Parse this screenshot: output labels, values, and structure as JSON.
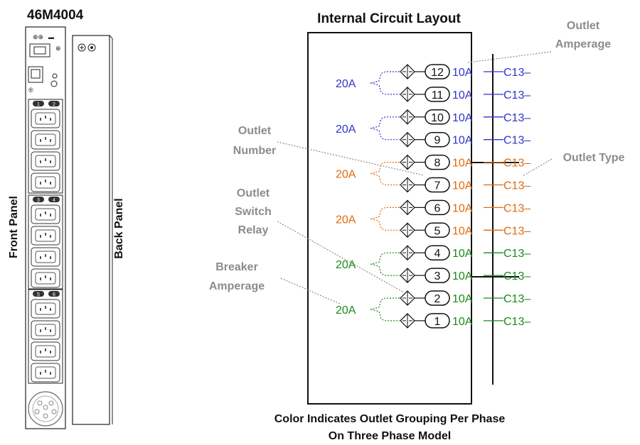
{
  "model": "46M4004",
  "front_panel_label": "Front Panel",
  "back_panel_label": "Back Panel",
  "diagram_title": "Internal Circuit Layout",
  "callouts": {
    "outlet_amperage": [
      "Outlet",
      "Amperage"
    ],
    "outlet_number": [
      "Outlet",
      "Number"
    ],
    "outlet_type": "Outlet Type",
    "outlet_switch_relay": [
      "Outlet",
      "Switch",
      "Relay"
    ],
    "breaker_amperage": [
      "Breaker",
      "Amperage"
    ]
  },
  "caption": [
    "Color Indicates Outlet Grouping Per Phase",
    "On Three Phase Model"
  ],
  "phase_colors": [
    "#3333cc",
    "#e06a0c",
    "#1b8a1b"
  ],
  "breakers": [
    {
      "label": "20A",
      "phase": 0
    },
    {
      "label": "20A",
      "phase": 0
    },
    {
      "label": "20A",
      "phase": 1
    },
    {
      "label": "20A",
      "phase": 1
    },
    {
      "label": "20A",
      "phase": 2
    },
    {
      "label": "20A",
      "phase": 2
    }
  ],
  "outlets": [
    {
      "number": "12",
      "amps": "10A",
      "type": "C13–",
      "phase": 0
    },
    {
      "number": "11",
      "amps": "10A",
      "type": "C13–",
      "phase": 0
    },
    {
      "number": "10",
      "amps": "10A",
      "type": "C13–",
      "phase": 0
    },
    {
      "number": "9",
      "amps": "10A",
      "type": "C13–",
      "phase": 0
    },
    {
      "number": "8",
      "amps": "10A",
      "type": "C13–",
      "phase": 1
    },
    {
      "number": "7",
      "amps": "10A",
      "type": "C13–",
      "phase": 1
    },
    {
      "number": "6",
      "amps": "10A",
      "type": "C13–",
      "phase": 1
    },
    {
      "number": "5",
      "amps": "10A",
      "type": "C13–",
      "phase": 1
    },
    {
      "number": "4",
      "amps": "10A",
      "type": "C13–",
      "phase": 2
    },
    {
      "number": "3",
      "amps": "10A",
      "type": "C13–",
      "phase": 2
    },
    {
      "number": "2",
      "amps": "10A",
      "type": "C13–",
      "phase": 2
    },
    {
      "number": "1",
      "amps": "10A",
      "type": "C13–",
      "phase": 2
    }
  ],
  "front_group_badges": [
    [
      "1",
      "2"
    ],
    [
      "3",
      "4"
    ],
    [
      "5",
      "6"
    ]
  ]
}
